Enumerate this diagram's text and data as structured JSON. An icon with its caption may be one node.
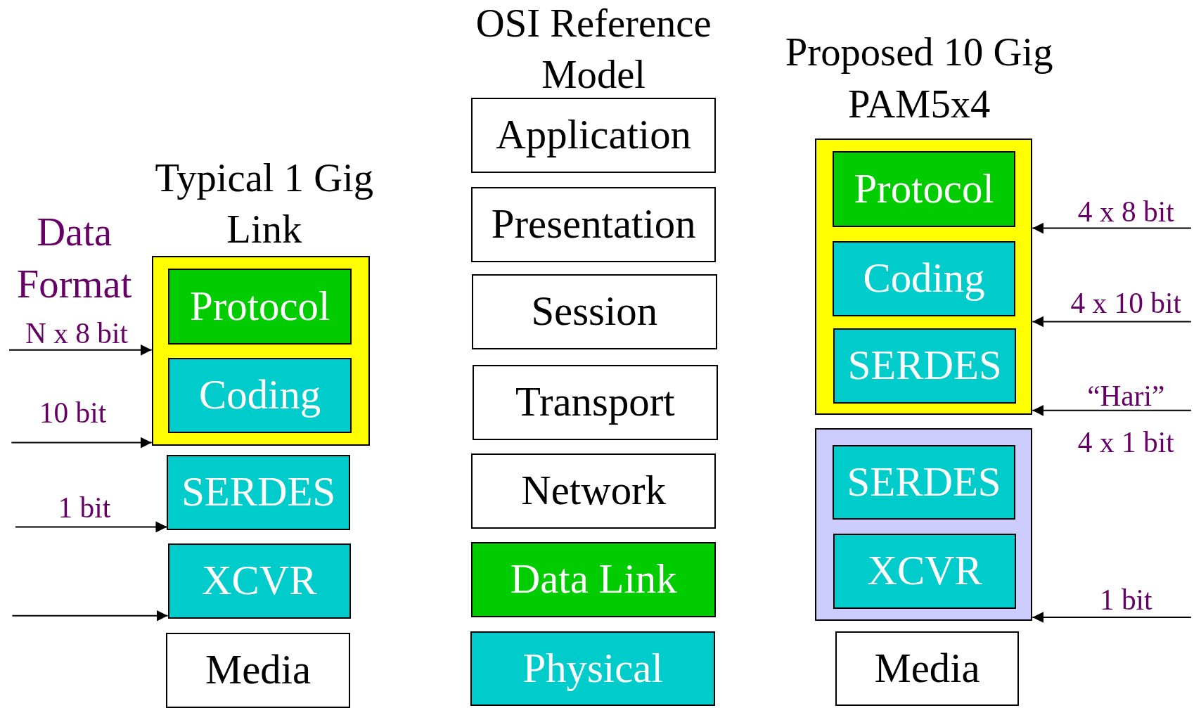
{
  "diagram": {
    "nodes": [
      {
        "text": [],
        "shape": "box"
      },
      {
        "text": [
          "Protocol"
        ],
        "in": 0
      },
      {
        "text": [
          "Coding"
        ],
        "in": 0
      },
      {
        "text": [
          "SERDES"
        ]
      },
      {
        "text": [
          "XCVR"
        ]
      },
      {
        "text": [
          "Media"
        ]
      },
      {
        "text": [
          "Application"
        ]
      },
      {
        "text": [
          "Presentation"
        ]
      },
      {
        "text": [
          "Session"
        ]
      },
      {
        "text": [
          "Transport"
        ]
      },
      {
        "text": [
          "Network"
        ]
      },
      {
        "text": [
          "Data Link"
        ]
      },
      {
        "text": [
          "Physical"
        ]
      },
      {
        "text": [],
        "shape": "box"
      },
      {
        "text": [
          "Protocol"
        ],
        "in": 13
      },
      {
        "text": [
          "Coding"
        ],
        "in": 13
      },
      {
        "text": [
          "SERDES"
        ],
        "in": 13
      },
      {
        "text": [],
        "shape": "box"
      },
      {
        "text": [
          "SERDES"
        ],
        "in": 17
      },
      {
        "text": [
          "XCVR"
        ],
        "in": 17
      },
      {
        "text": [
          "Media"
        ]
      }
    ],
    "edges": [
      {
        "from": null,
        "to": 0,
        "arrow": "to",
        "label": "N x 8 bit"
      },
      {
        "from": null,
        "to": 0,
        "arrow": "to",
        "label": "10 bit"
      },
      {
        "from": null,
        "to": 3,
        "arrow": "to",
        "label": "1 bit"
      },
      {
        "from": null,
        "to": 4,
        "arrow": "to"
      },
      {
        "from": null,
        "to": 13,
        "arrow": "to",
        "label": "4 x 8 bit"
      },
      {
        "from": null,
        "to": 13,
        "arrow": "to",
        "label": "4 x 10 bit"
      },
      {
        "from": null,
        "to": 13,
        "arrow": "to",
        "label": "“Hari”"
      },
      {
        "from": null,
        "to": 17,
        "arrow": "to",
        "label": "1 bit"
      }
    ],
    "labels": [
      "OSI Reference Model",
      "Proposed 10 Gig PAM5x4",
      "Typical 1 Gig Link",
      "Data Format",
      "4 x 1 bit"
    ]
  }
}
